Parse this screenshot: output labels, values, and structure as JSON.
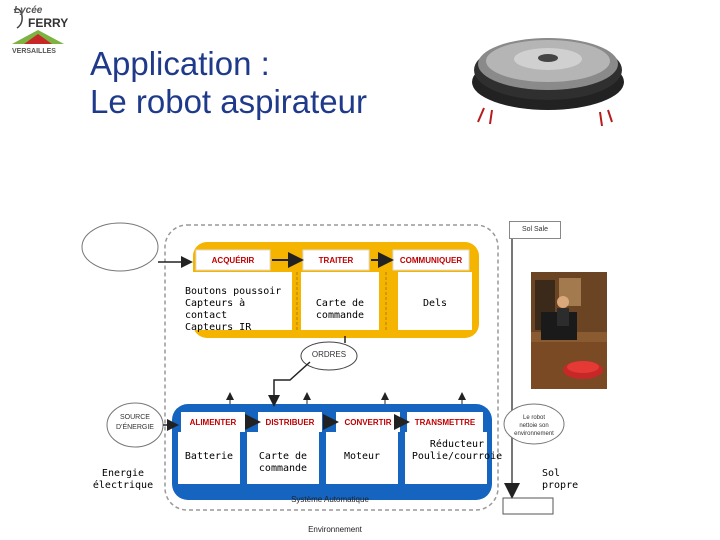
{
  "title": {
    "line1": "Application :",
    "line2": "Le robot aspirateur"
  },
  "logo": {
    "script": "Lycée",
    "name": "FERRY",
    "city": "VERSAILLES"
  },
  "chain_info": {
    "acquerir": "ACQUÉRIR",
    "traiter": "TRAITER",
    "communiquer": "COMMUNIQUER",
    "acquerir_items": "Boutons poussoir\nCapteurs à contact\nCapteurs IR",
    "traiter_items": "Carte de\ncommande",
    "communiquer_items": "Dels"
  },
  "ordres": "ORDRES",
  "chain_energy": {
    "alimenter": "ALIMENTER",
    "distribuer": "DISTRIBUER",
    "convertir": "CONVERTIR",
    "transmettre": "TRANSMETTRE",
    "alimenter_items": "Batterie",
    "distribuer_items": "Carte de\ncommande",
    "convertir_items": "Moteur",
    "transmettre_items": "Réducteur\nPoulie/courroie"
  },
  "source_energie": "SOURCE\nD'ÉNERGIE",
  "energie_electrique": "Energie\nélectrique",
  "sol_sale": "Sol Sale",
  "sol_propre": "Sol\npropre",
  "robot_nettoie": "Le robot\nnettoie son\nenvironnement",
  "systeme_automatique": "Système Automatique",
  "environnement": "Environnement",
  "colors": {
    "yellow": "#f5b400",
    "blue": "#1565c0",
    "title": "#1f3a8a",
    "red_caption": "#c00000"
  }
}
